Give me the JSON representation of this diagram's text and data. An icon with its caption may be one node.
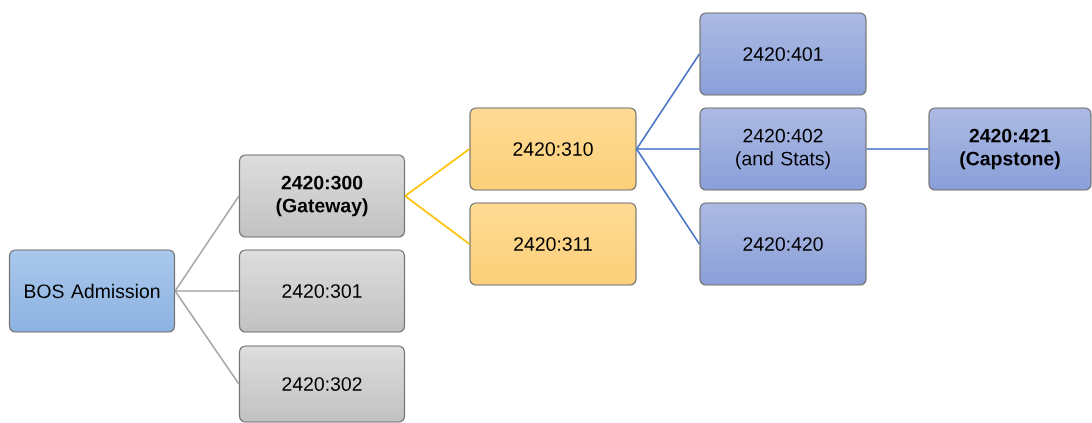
{
  "diagram": {
    "nodes": [
      {
        "text": [
          "BOS Admission"
        ]
      },
      {
        "text": [
          "2420:300 (Gateway)"
        ]
      },
      {
        "text": [
          "2420:301"
        ]
      },
      {
        "text": [
          "2420:302"
        ]
      },
      {
        "text": [
          "2420:310"
        ]
      },
      {
        "text": [
          "2420:311"
        ]
      },
      {
        "text": [
          "2420:401"
        ]
      },
      {
        "text": [
          "2420:402 (and Stats)"
        ]
      },
      {
        "text": [
          "2420:420"
        ]
      },
      {
        "text": [
          "2420:421 (Capstone)"
        ]
      }
    ],
    "edges": [
      {
        "from": 0,
        "to": 1,
        "arrow": "none",
        "color": "#a6a6a6"
      },
      {
        "from": 0,
        "to": 2,
        "arrow": "none",
        "color": "#a6a6a6"
      },
      {
        "from": 0,
        "to": 3,
        "arrow": "none",
        "color": "#a6a6a6"
      },
      {
        "from": 1,
        "to": 4,
        "arrow": "none",
        "color": "#ffc000"
      },
      {
        "from": 1,
        "to": 5,
        "arrow": "none",
        "color": "#ffc000"
      },
      {
        "from": 4,
        "to": 6,
        "arrow": "none"
      },
      {
        "from": 4,
        "to": 7,
        "arrow": "none"
      },
      {
        "from": 4,
        "to": 8,
        "arrow": "none"
      },
      {
        "from": 7,
        "to": 9,
        "arrow": "none"
      }
    ]
  }
}
